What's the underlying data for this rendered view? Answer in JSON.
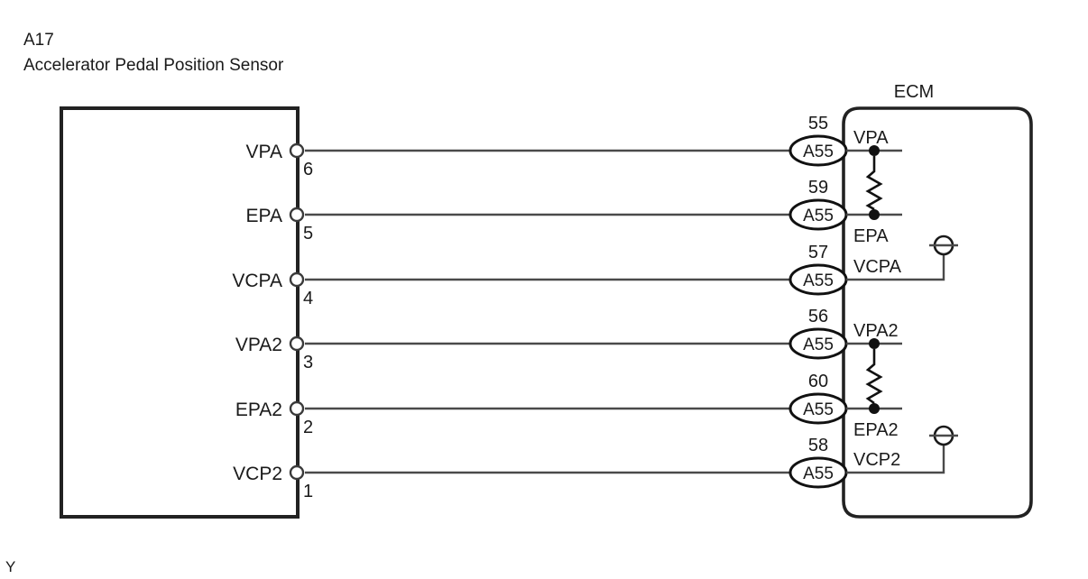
{
  "header": {
    "code": "A17",
    "name": "Accelerator Pedal Position Sensor"
  },
  "ecm": {
    "title": "ECM"
  },
  "corner_note": "Y",
  "connector": {
    "pins": [
      {
        "label": "VPA",
        "number": "6"
      },
      {
        "label": "EPA",
        "number": "5"
      },
      {
        "label": "VCPA",
        "number": "4"
      },
      {
        "label": "VPA2",
        "number": "3"
      },
      {
        "label": "EPA2",
        "number": "2"
      },
      {
        "label": "VCP2",
        "number": "1"
      }
    ]
  },
  "terminals": [
    {
      "number": "55",
      "connector": "A55",
      "signal": "VPA"
    },
    {
      "number": "59",
      "connector": "A55",
      "signal": "EPA"
    },
    {
      "number": "57",
      "connector": "A55",
      "signal": "VCPA"
    },
    {
      "number": "56",
      "connector": "A55",
      "signal": "VPA2"
    },
    {
      "number": "60",
      "connector": "A55",
      "signal": "EPA2"
    },
    {
      "number": "58",
      "connector": "A55",
      "signal": "VCP2"
    }
  ],
  "colors": {
    "wire": "#4a4a4a",
    "outline": "#222222",
    "text": "#1a1a1a",
    "background": "#ffffff"
  }
}
